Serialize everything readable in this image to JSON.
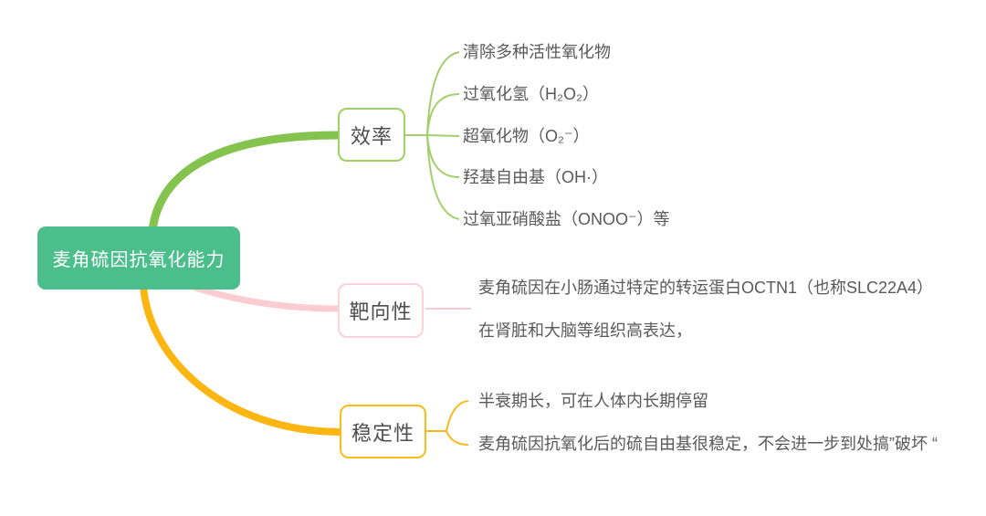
{
  "colors": {
    "center_fill": "#4BBE8B",
    "green_main": "#83C34E",
    "green_border": "#9ED164",
    "green_thin": "#A3CF6B",
    "pink_main": "#FBCDD2",
    "pink_border": "#F9D3D9",
    "pink_thin": "#F7C9D0",
    "yellow_main": "#FBB612",
    "yellow_border": "#FBBB18",
    "yellow_thin": "#FBB91C",
    "node_text": "#4D4D4D",
    "leaf_text": "#595959"
  },
  "center": {
    "label": "麦角硫因抗氧化能力"
  },
  "branches": [
    {
      "label": "效率",
      "children": [
        "清除多种活性氧化物",
        "过氧化氢（H₂O₂）",
        "超氧化物（O₂⁻）",
        "羟基自由基（OH·）",
        "过氧亚硝酸盐（ONOO⁻）等"
      ]
    },
    {
      "label": "靶向性",
      "children": [
        "麦角硫因在小肠通过特定的转运蛋白OCTN1（也称SLC22A4）",
        "在肾脏和大脑等组织高表达，"
      ]
    },
    {
      "label": "稳定性",
      "children": [
        "半衰期长，可在人体内长期停留",
        "麦角硫因抗氧化后的硫自由基很稳定，不会进一步到处搞”破坏 “"
      ]
    }
  ]
}
